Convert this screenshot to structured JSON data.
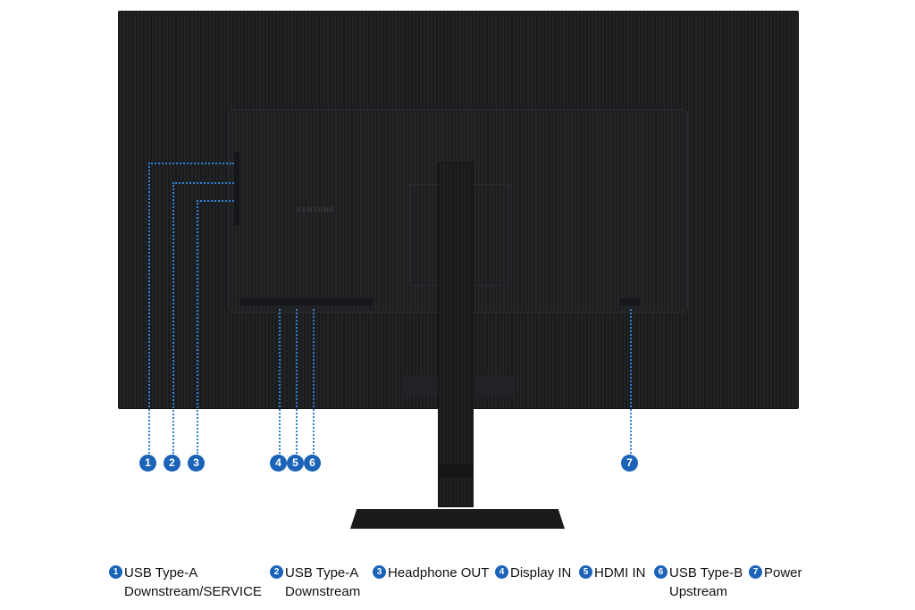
{
  "product": {
    "brand_mark": "SAMSUNG",
    "accent_color": "#1b63b8"
  },
  "callouts": [
    {
      "number": "1"
    },
    {
      "number": "2"
    },
    {
      "number": "3"
    },
    {
      "number": "4"
    },
    {
      "number": "5"
    },
    {
      "number": "6"
    },
    {
      "number": "7"
    }
  ],
  "legend": [
    {
      "number": "1",
      "line1": "USB Type-A",
      "line2": "Downstream/SERVICE"
    },
    {
      "number": "2",
      "line1": "USB Type-A",
      "line2": "Downstream"
    },
    {
      "number": "3",
      "line1": "Headphone OUT",
      "line2": ""
    },
    {
      "number": "4",
      "line1": "Display IN",
      "line2": ""
    },
    {
      "number": "5",
      "line1": "HDMI IN",
      "line2": ""
    },
    {
      "number": "6",
      "line1": "USB Type-B",
      "line2": "Upstream"
    },
    {
      "number": "7",
      "line1": "Power",
      "line2": ""
    }
  ]
}
